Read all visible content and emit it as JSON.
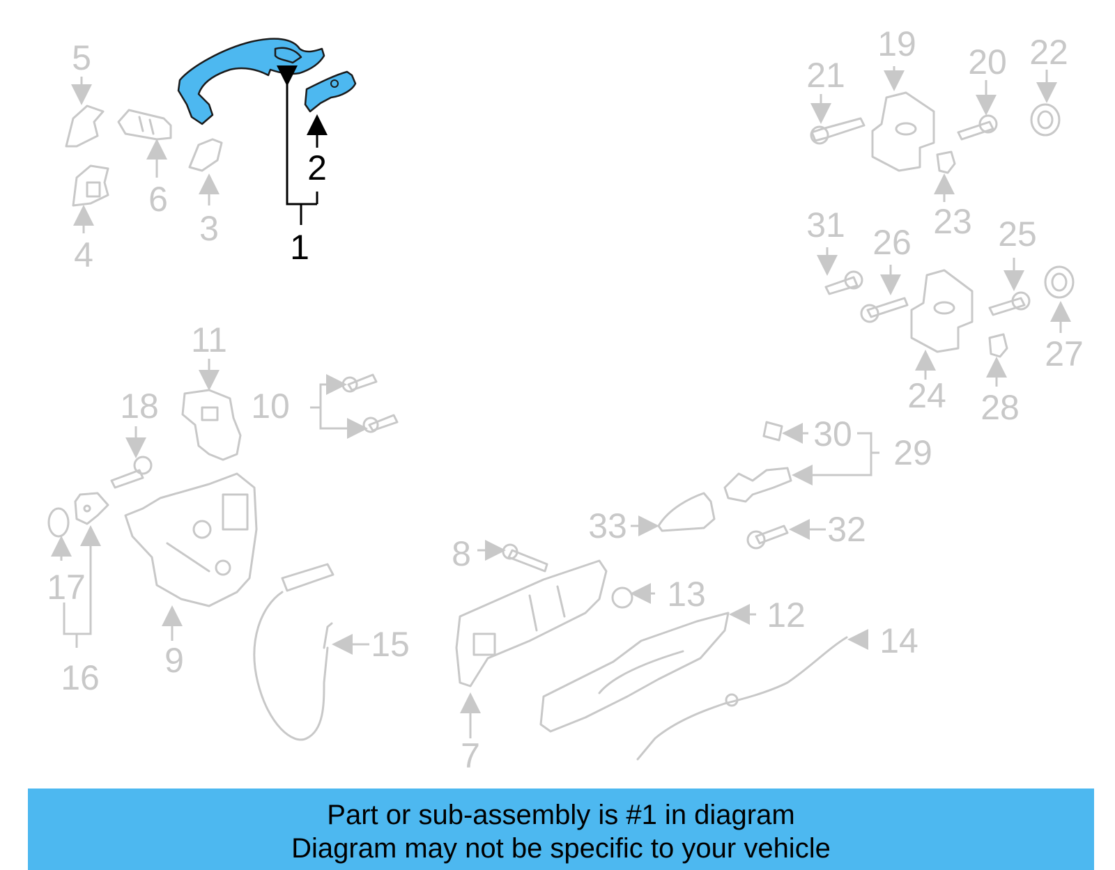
{
  "colors": {
    "highlight": "#4db8f0",
    "muted": "#c8c8c8",
    "active": "#000000"
  },
  "callouts": {
    "c1": "1",
    "c2": "2",
    "c3": "3",
    "c4": "4",
    "c5": "5",
    "c6": "6",
    "c7": "7",
    "c8": "8",
    "c9": "9",
    "c10": "10",
    "c11": "11",
    "c12": "12",
    "c13": "13",
    "c14": "14",
    "c15": "15",
    "c16": "16",
    "c17": "17",
    "c18": "18",
    "c19": "19",
    "c20": "20",
    "c21": "21",
    "c22": "22",
    "c23": "23",
    "c24": "24",
    "c25": "25",
    "c26": "26",
    "c27": "27",
    "c28": "28",
    "c29": "29",
    "c30": "30",
    "c31": "31",
    "c32": "32",
    "c33": "33"
  },
  "highlighted_parts": [
    "1",
    "2"
  ],
  "banner": {
    "line1": "Part or sub-assembly is #1 in diagram",
    "line2": "Diagram may not be specific to your vehicle"
  }
}
